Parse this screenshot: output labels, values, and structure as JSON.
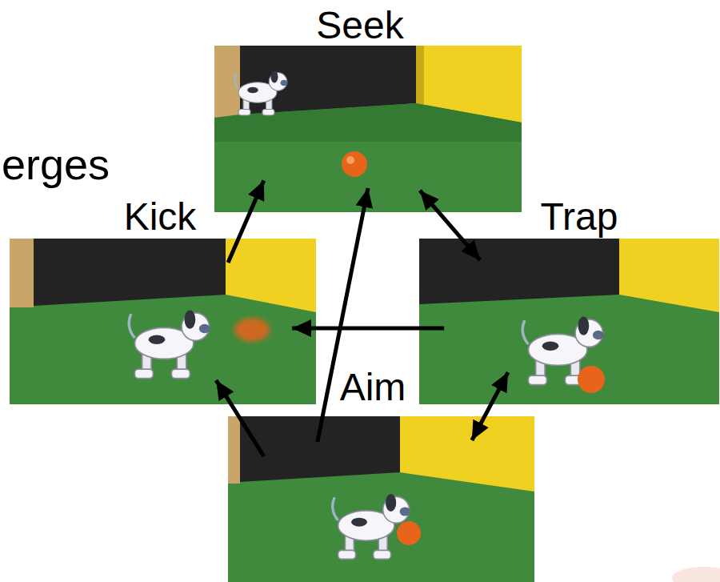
{
  "diagram": {
    "nodes": [
      {
        "text": [
          "Seek"
        ]
      },
      {
        "text": [
          "Kick"
        ]
      },
      {
        "text": [
          "Trap"
        ]
      },
      {
        "text": [
          "Aim"
        ]
      }
    ],
    "edges": [
      {
        "from": 1,
        "to": 0,
        "arrow": "to"
      },
      {
        "from": 0,
        "to": 2,
        "arrow": "both"
      },
      {
        "from": 2,
        "to": 1,
        "arrow": "to"
      },
      {
        "from": 3,
        "to": 1,
        "arrow": "to"
      },
      {
        "from": 3,
        "to": 0,
        "arrow": "to"
      },
      {
        "from": 2,
        "to": 3,
        "arrow": "both"
      }
    ],
    "labels": [
      "erges"
    ]
  }
}
